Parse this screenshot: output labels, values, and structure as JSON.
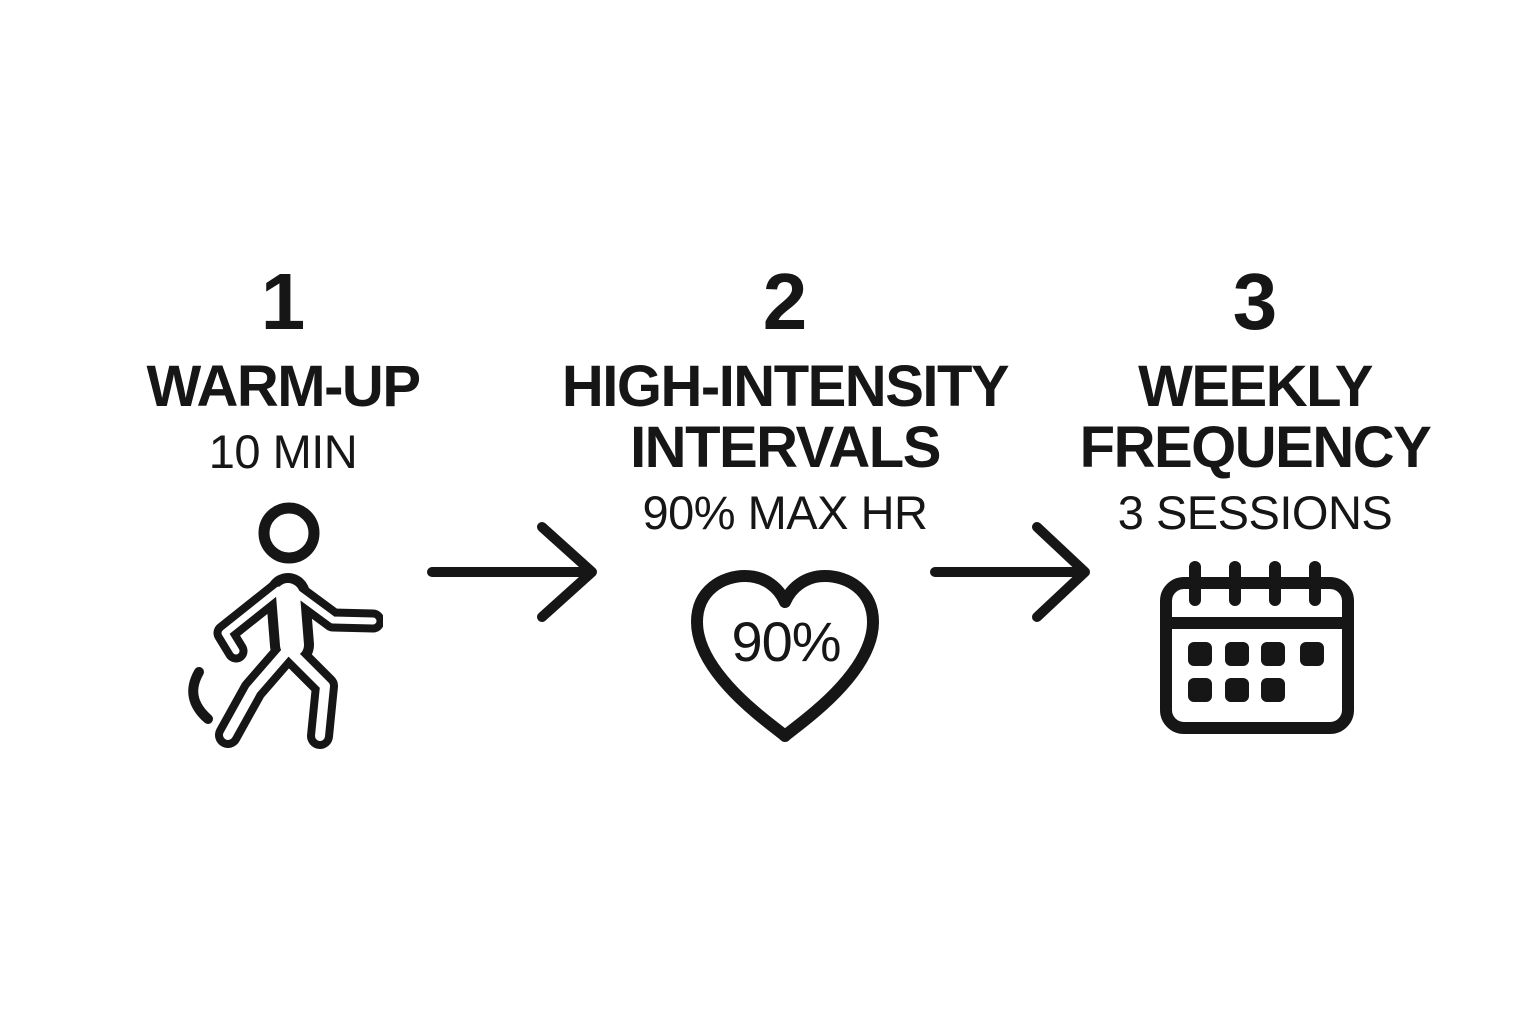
{
  "figure": {
    "background_color": "#ffffff",
    "ink_color": "#161616",
    "description": "Three-step HIIT workout plan flow"
  },
  "steps": [
    {
      "number": "1",
      "title_lines": [
        "WARM-UP"
      ],
      "subtitle": "10 MIN",
      "icon": "walking-person-icon"
    },
    {
      "number": "2",
      "title_lines": [
        "HIGH-INTENSITY",
        "INTERVALS"
      ],
      "subtitle": "90% MAX HR",
      "icon": "heart-icon",
      "icon_text": "90%"
    },
    {
      "number": "3",
      "title_lines": [
        "WEEKLY",
        "FREQUENCY"
      ],
      "subtitle": "3 SESSIONS",
      "icon": "calendar-icon"
    }
  ],
  "arrows": [
    {
      "direction": "right"
    },
    {
      "direction": "right"
    }
  ]
}
